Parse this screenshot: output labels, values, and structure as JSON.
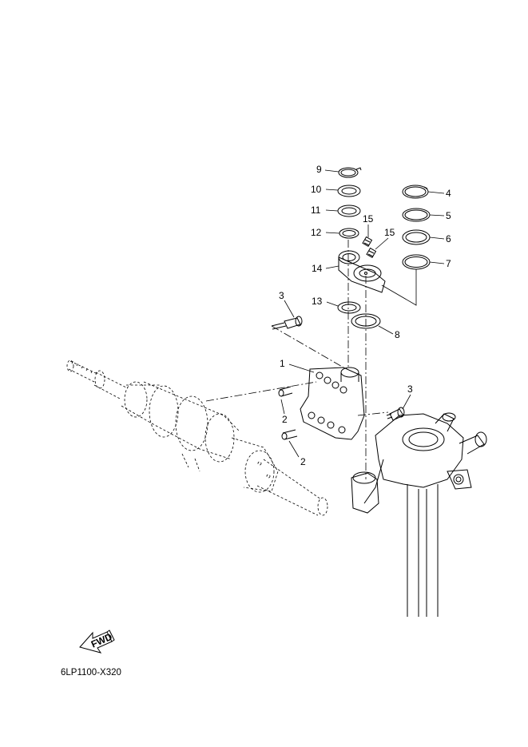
{
  "diagram_code": "6LP1100-X320",
  "fwd_label": "FWD",
  "callouts": [
    {
      "id": "c9",
      "text": "9"
    },
    {
      "id": "c10",
      "text": "10"
    },
    {
      "id": "c11",
      "text": "11"
    },
    {
      "id": "c12",
      "text": "12"
    },
    {
      "id": "c15a",
      "text": "15"
    },
    {
      "id": "c15b",
      "text": "15"
    },
    {
      "id": "c14",
      "text": "14"
    },
    {
      "id": "c13",
      "text": "13"
    },
    {
      "id": "c4",
      "text": "4"
    },
    {
      "id": "c5",
      "text": "5"
    },
    {
      "id": "c6",
      "text": "6"
    },
    {
      "id": "c7",
      "text": "7"
    },
    {
      "id": "c8",
      "text": "8"
    },
    {
      "id": "c3a",
      "text": "3"
    },
    {
      "id": "c3b",
      "text": "3"
    },
    {
      "id": "c1",
      "text": "1"
    },
    {
      "id": "c2a",
      "text": "2"
    },
    {
      "id": "c2b",
      "text": "2"
    }
  ]
}
